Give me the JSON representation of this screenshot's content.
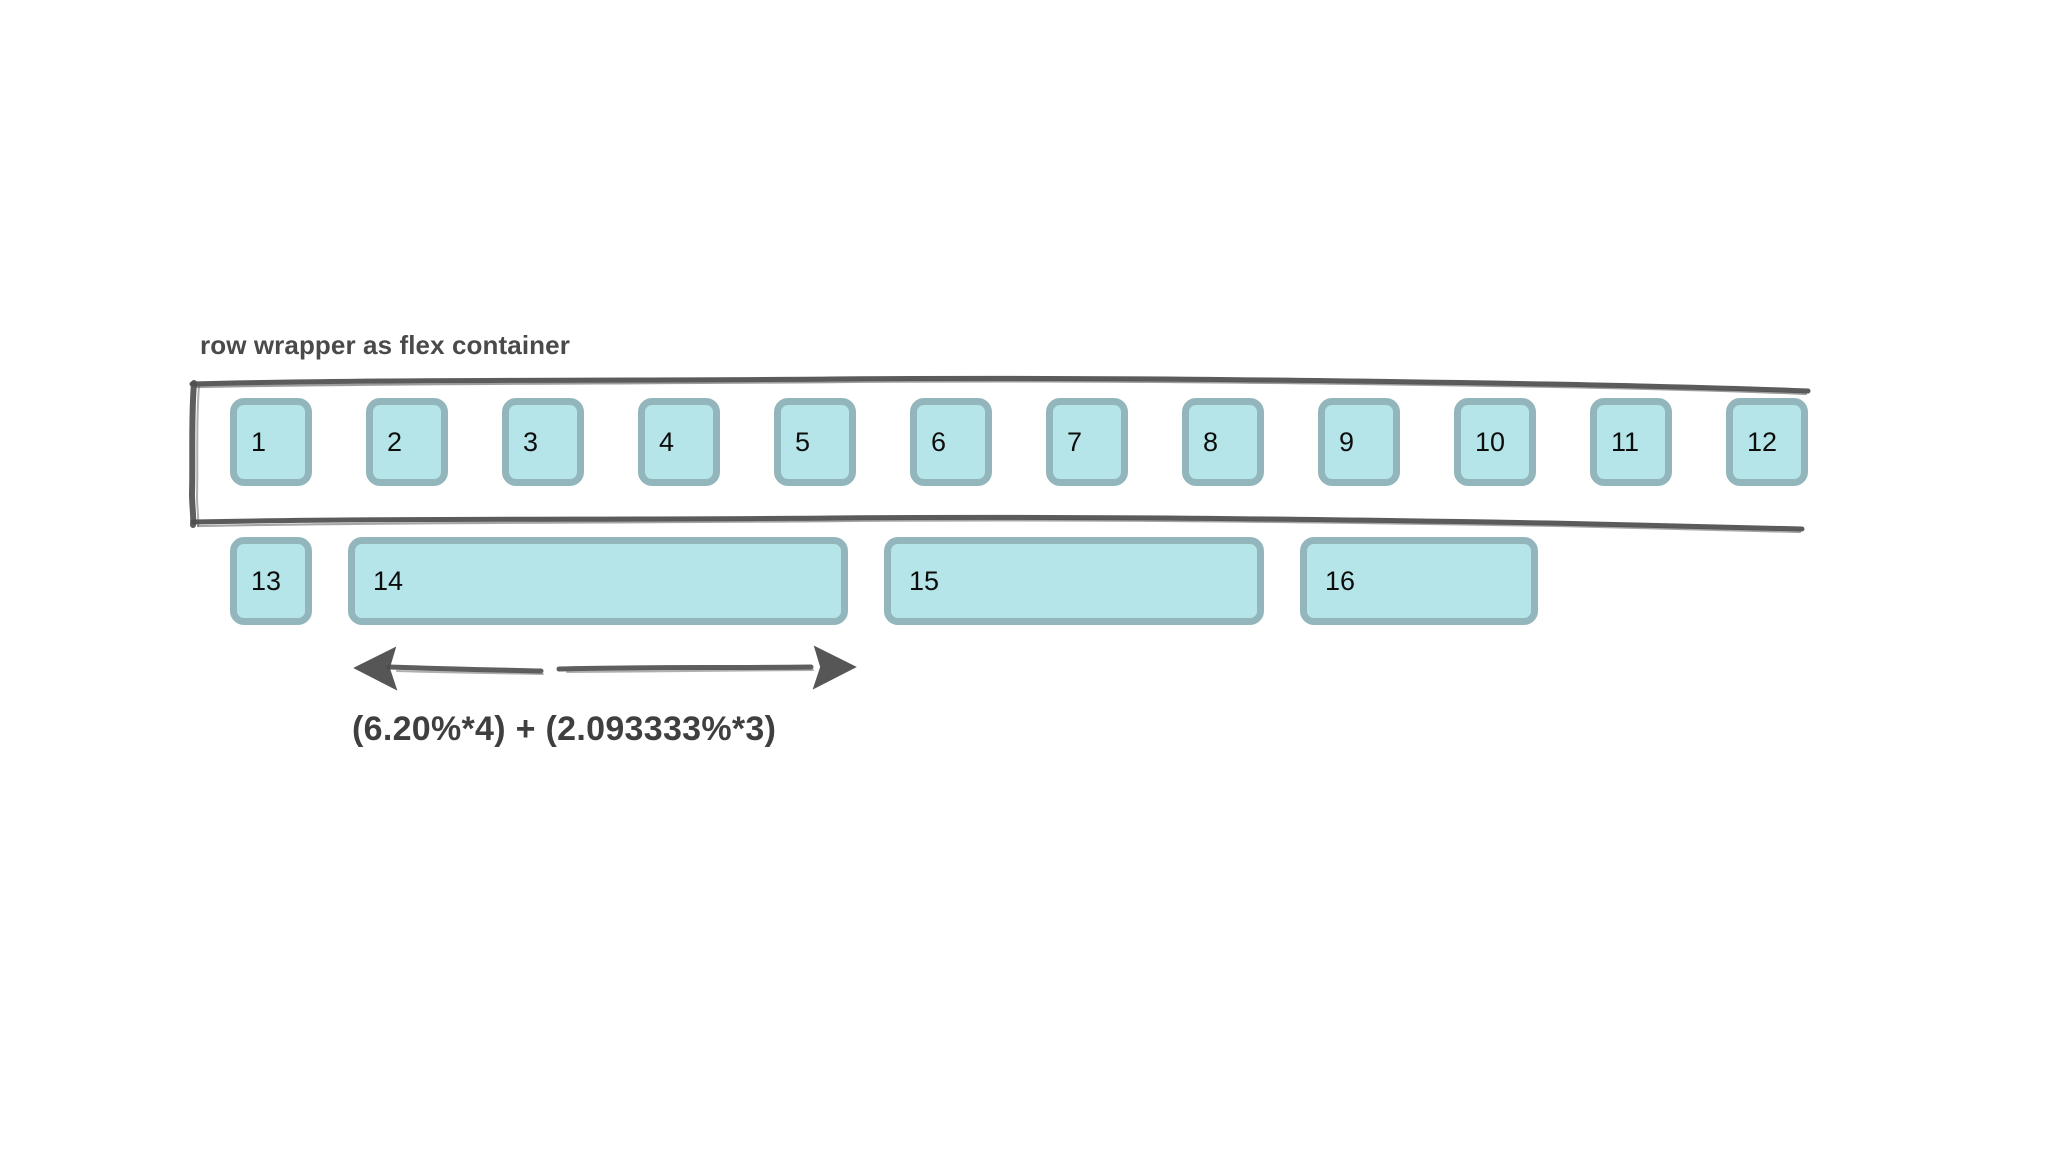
{
  "diagram": {
    "title_label": "row wrapper as flex container",
    "formula_label": "(6.20%*4) + (2.093333%*3)",
    "colors": {
      "item_fill": "#b5e5e8",
      "item_border": "#93b6bc",
      "sketch_stroke": "#4d4d4d",
      "text": "#4a4a4a",
      "item_text": "#0d0d0d",
      "background": "#ffffff"
    },
    "container": {
      "name": "row wrapper as flex container",
      "style": "hand-drawn sketch outline"
    },
    "rows": [
      {
        "row_name": "row-one",
        "items": [
          {
            "label": "1",
            "size": "small"
          },
          {
            "label": "2",
            "size": "small"
          },
          {
            "label": "3",
            "size": "small"
          },
          {
            "label": "4",
            "size": "small"
          },
          {
            "label": "5",
            "size": "small"
          },
          {
            "label": "6",
            "size": "small"
          },
          {
            "label": "7",
            "size": "small"
          },
          {
            "label": "8",
            "size": "small"
          },
          {
            "label": "9",
            "size": "small"
          },
          {
            "label": "10",
            "size": "small"
          },
          {
            "label": "11",
            "size": "small"
          },
          {
            "label": "12",
            "size": "small"
          }
        ]
      },
      {
        "row_name": "row-two",
        "items": [
          {
            "label": "13",
            "size": "small"
          },
          {
            "label": "14",
            "size": "wide-a"
          },
          {
            "label": "15",
            "size": "wide-b"
          },
          {
            "label": "16",
            "size": "wide-c"
          }
        ]
      }
    ],
    "annotation": {
      "arrow_name": "double-headed-measure-arrow",
      "measures_item": "14",
      "expression": "(6.20%*4) + (2.093333%*3)"
    }
  }
}
